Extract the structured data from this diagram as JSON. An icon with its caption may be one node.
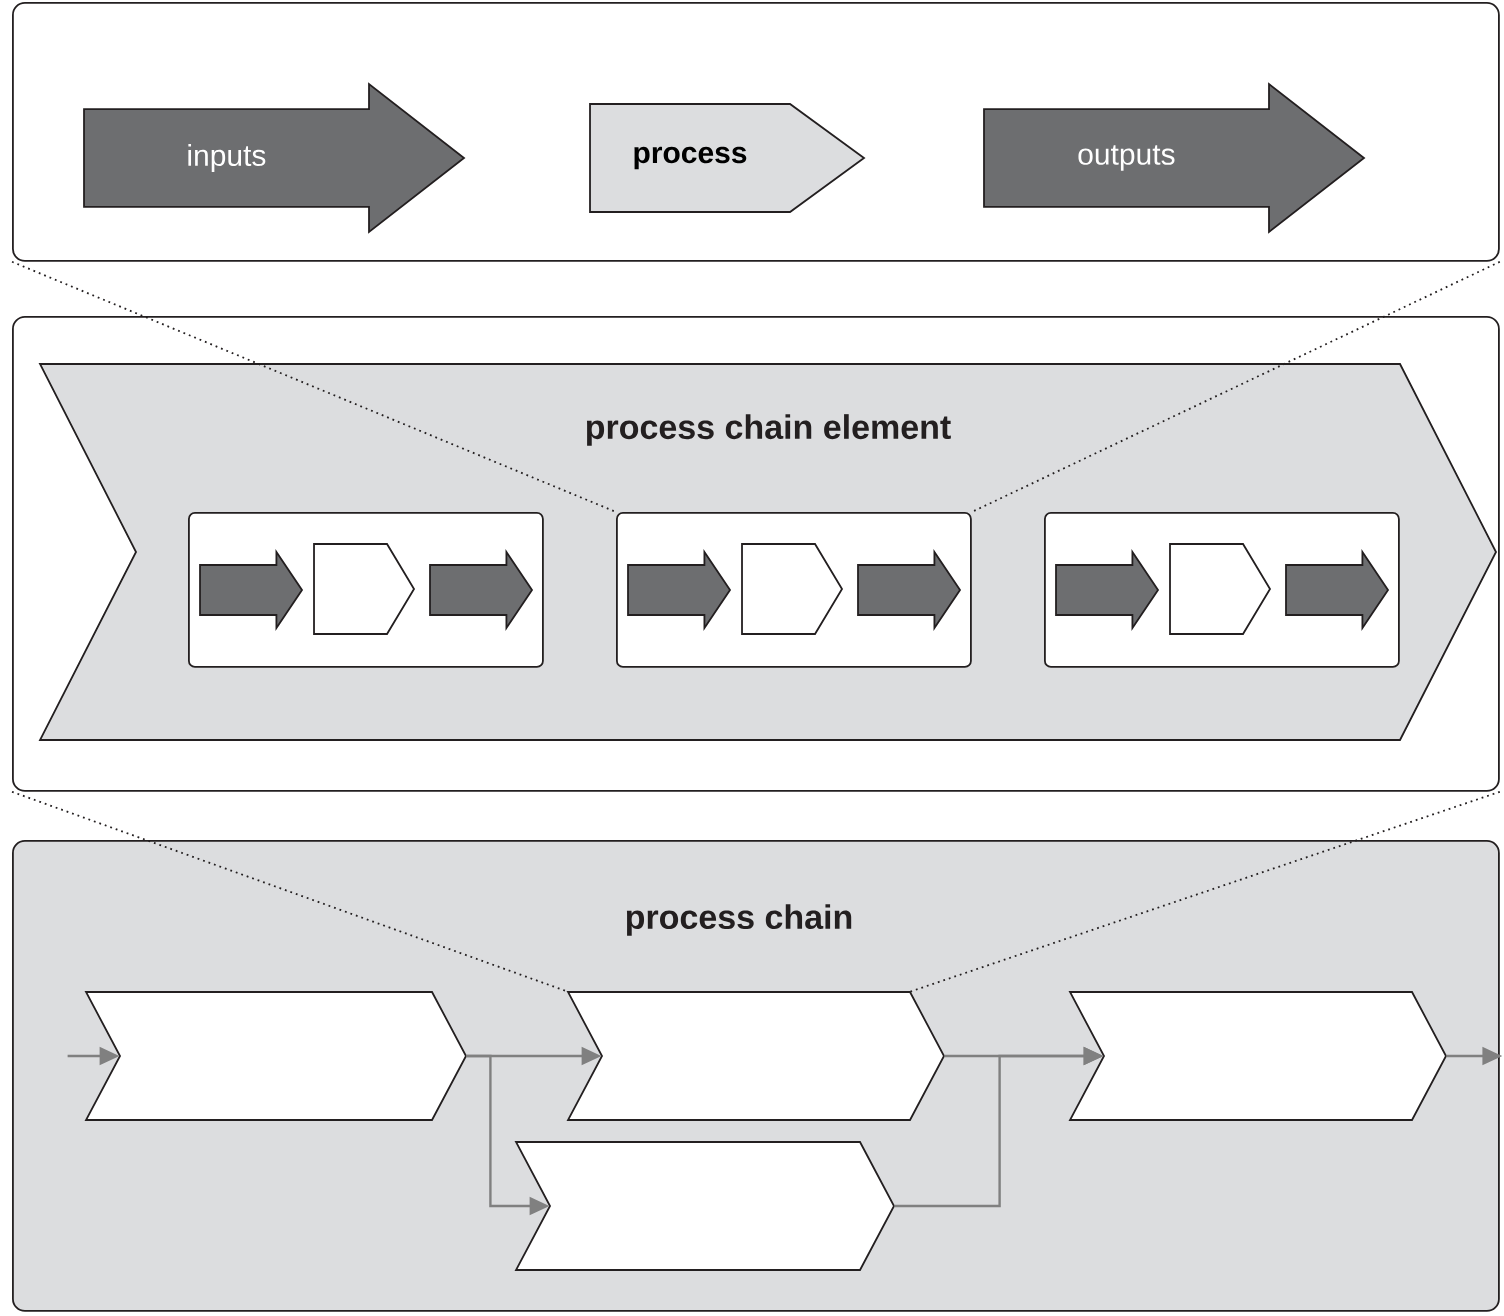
{
  "diagram": {
    "nodes": [
      {
        "text": [],
        "shape": "box"
      },
      {
        "text": [
          "inputs"
        ],
        "in": 0
      },
      {
        "text": [
          "process"
        ],
        "in": 0
      },
      {
        "text": [
          "outputs"
        ],
        "in": 0
      },
      {
        "text": [],
        "shape": "box"
      },
      {
        "text": [
          "process chain element"
        ],
        "in": 4
      },
      {
        "text": [],
        "shape": "box",
        "in": 5
      },
      {
        "text": [],
        "shape": "box",
        "in": 5
      },
      {
        "text": [],
        "shape": "box",
        "in": 5
      },
      {
        "text": [],
        "shape": "arrow",
        "in": 6
      },
      {
        "text": [],
        "shape": "pentagon",
        "in": 6
      },
      {
        "text": [],
        "shape": "arrow",
        "in": 6
      },
      {
        "text": [],
        "shape": "arrow",
        "in": 7
      },
      {
        "text": [],
        "shape": "pentagon",
        "in": 7
      },
      {
        "text": [],
        "shape": "arrow",
        "in": 7
      },
      {
        "text": [],
        "shape": "arrow",
        "in": 8
      },
      {
        "text": [],
        "shape": "pentagon",
        "in": 8
      },
      {
        "text": [],
        "shape": "arrow",
        "in": 8
      },
      {
        "text": [
          "process chain"
        ]
      },
      {
        "text": [],
        "shape": "chevron",
        "in": 18
      },
      {
        "text": [],
        "shape": "chevron",
        "in": 18
      },
      {
        "text": [],
        "shape": "chevron",
        "in": 18
      },
      {
        "text": [],
        "shape": "chevron",
        "in": 18
      }
    ],
    "edges": [
      {
        "from": 0,
        "to": 7,
        "arrow": "none",
        "style": "dashed",
        "color": "#231f20"
      },
      {
        "from": 0,
        "to": 7,
        "arrow": "none",
        "style": "dashed",
        "color": "#231f20"
      },
      {
        "from": 4,
        "to": 20,
        "arrow": "none",
        "style": "dashed",
        "color": "#231f20"
      },
      {
        "from": 4,
        "to": 20,
        "arrow": "none",
        "style": "dashed",
        "color": "#231f20"
      },
      {
        "from": null,
        "to": 19,
        "arrow": "to",
        "color": "#808080"
      },
      {
        "from": 19,
        "to": 20,
        "arrow": "to",
        "color": "#808080"
      },
      {
        "from": 19,
        "to": 22,
        "arrow": "to",
        "color": "#808080"
      },
      {
        "from": 20,
        "to": 21,
        "arrow": "to",
        "color": "#808080"
      },
      {
        "from": 22,
        "to": 21,
        "arrow": "to",
        "color": "#808080"
      },
      {
        "from": 21,
        "to": null,
        "arrow": "to",
        "color": "#808080"
      }
    ]
  }
}
